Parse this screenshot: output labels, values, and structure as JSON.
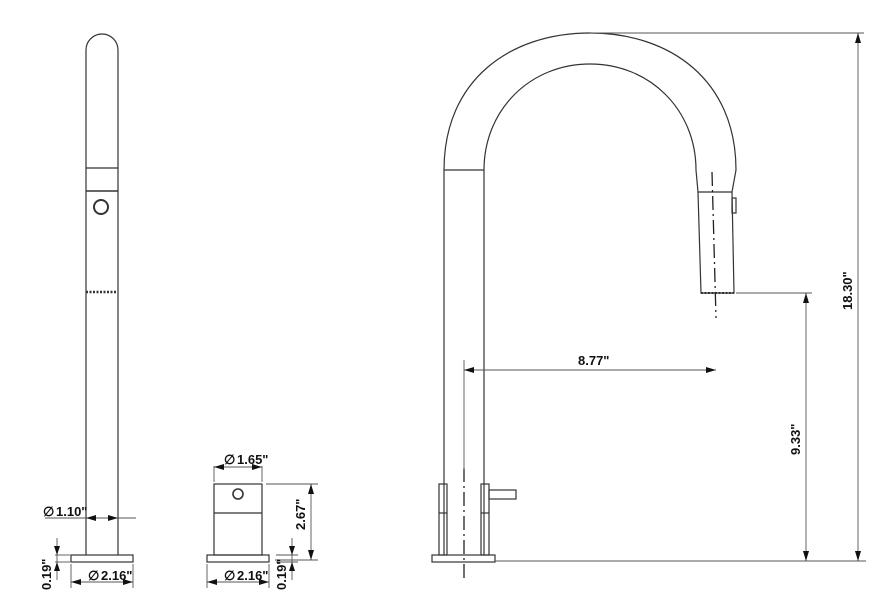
{
  "drawing": {
    "views": [
      "side-view-spout",
      "side-view-handle",
      "front-view-faucet"
    ],
    "dimensions": {
      "spout_diameter": "1.10\"",
      "spout_base_diameter": "2.16\"",
      "spout_base_height": "0.19\"",
      "handle_diameter": "1.65\"",
      "handle_height": "2.67\"",
      "handle_base_diameter": "2.16\"",
      "handle_base_height": "0.19\"",
      "reach": "8.77\"",
      "spout_clearance": "9.33\"",
      "overall_height": "18.30\""
    },
    "diameter_symbol": "∅",
    "line_color": "#333333",
    "background": "#ffffff"
  }
}
